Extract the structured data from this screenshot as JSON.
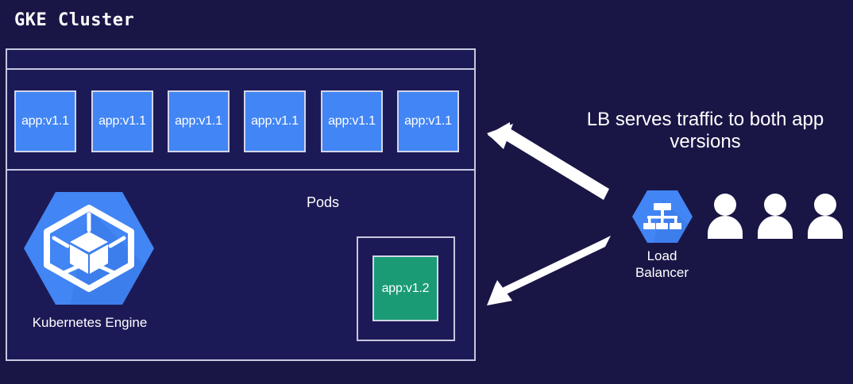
{
  "diagram": {
    "title": "GKE Cluster",
    "background_color": "#191646",
    "cluster_fill": "#1c1a56",
    "border_color": "#c6c8df",
    "accent_blue": "#4285f4",
    "accent_green": "#1a9b76",
    "text_color": "#ffffff"
  },
  "cluster": {
    "title": "GKE Cluster",
    "pods_label": "Pods",
    "pods_v11": [
      {
        "label": "app:v1.1"
      },
      {
        "label": "app:v1.1"
      },
      {
        "label": "app:v1.1"
      },
      {
        "label": "app:v1.1"
      },
      {
        "label": "app:v1.1"
      },
      {
        "label": "app:v1.1"
      }
    ],
    "pod_v12": {
      "label": "app:v1.2"
    },
    "gke": {
      "label": "Kubernetes Engine",
      "icon": "kubernetes-engine-icon",
      "hex_color": "#4285f4"
    }
  },
  "right_panel": {
    "caption_line1": "LB serves traffic to both app",
    "caption_line2": "versions",
    "load_balancer": {
      "label_line1": "Load",
      "label_line2": "Balancer",
      "icon": "load-balancer-icon",
      "hex_color": "#4285f4"
    },
    "users": [
      {
        "icon": "user-icon"
      },
      {
        "icon": "user-icon"
      },
      {
        "icon": "user-icon"
      }
    ]
  },
  "arrows": [
    {
      "name": "arrow-lb-to-v11-pods",
      "direction": "up-left",
      "color": "#ffffff"
    },
    {
      "name": "arrow-lb-to-v12-pod",
      "direction": "down-left",
      "color": "#ffffff"
    }
  ]
}
